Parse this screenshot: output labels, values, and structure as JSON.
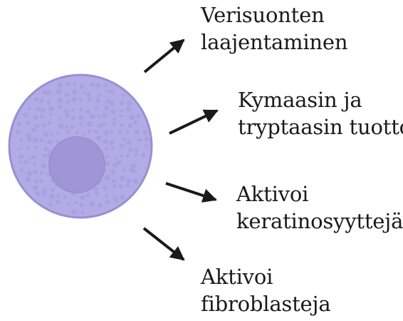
{
  "cell": {
    "name": "mast cell",
    "body_color": "#b3abe5",
    "outline_color": "#9a8fd0",
    "granule_color": "#a69ddc",
    "nucleus_color": "#9f95d7"
  },
  "arrow_color": "#1a1a1a",
  "labels": [
    {
      "id": "vasodilation",
      "lines": [
        "Verisuonten",
        "laajentaminen"
      ]
    },
    {
      "id": "chymase",
      "lines": [
        "Kymaasin ja",
        "tryptaasin tuotto"
      ]
    },
    {
      "id": "keratinocytes",
      "lines": [
        "Aktivoi",
        "keratinosyyttejä"
      ]
    },
    {
      "id": "fibroblasts",
      "lines": [
        "Aktivoi",
        "fibroblasteja"
      ]
    }
  ]
}
